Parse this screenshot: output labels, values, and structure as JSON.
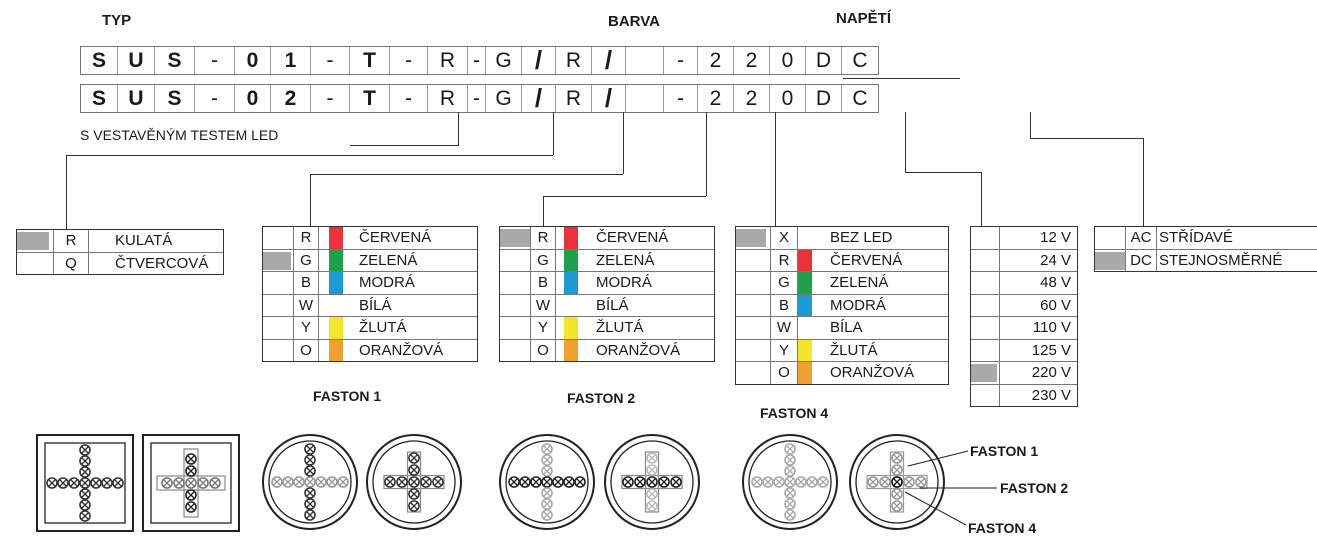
{
  "headers": {
    "typ": "TYP",
    "barva": "BARVA",
    "napeti": "NAPĚTÍ"
  },
  "code_rows": [
    [
      "S",
      "U",
      "S",
      "-",
      "0",
      "1",
      "-",
      "T",
      "-",
      "R",
      "-",
      "G",
      "/",
      "R",
      "/",
      "",
      "-",
      "2",
      "2",
      "0",
      "D",
      "C"
    ],
    [
      "S",
      "U",
      "S",
      "-",
      "0",
      "2",
      "-",
      "T",
      "-",
      "R",
      "-",
      "G",
      "/",
      "R",
      "/",
      "",
      "-",
      "2",
      "2",
      "0",
      "D",
      "C"
    ]
  ],
  "note_led": "S VESTAVĚNÝM TESTEM LED",
  "shape_table": {
    "rows": [
      {
        "code": "R",
        "name": "KULATÁ",
        "selected": true
      },
      {
        "code": "Q",
        "name": "ČTVERCOVÁ",
        "selected": false
      }
    ]
  },
  "faston1_table": {
    "rows": [
      {
        "code": "R",
        "name": "ČERVENÁ",
        "color": "#e8323c",
        "selected": false
      },
      {
        "code": "G",
        "name": "ZELENÁ",
        "color": "#1fa04a",
        "selected": true
      },
      {
        "code": "B",
        "name": "MODRÁ",
        "color": "#1e9bd7",
        "selected": false
      },
      {
        "code": "W",
        "name": "BÍLÁ",
        "color": "#ffffff",
        "selected": false
      },
      {
        "code": "Y",
        "name": "ŽLUTÁ",
        "color": "#f4e52a",
        "selected": false
      },
      {
        "code": "O",
        "name": "ORANŽOVÁ",
        "color": "#f0a030",
        "selected": false
      }
    ]
  },
  "faston2_table": {
    "rows": [
      {
        "code": "R",
        "name": "ČERVENÁ",
        "color": "#e8323c",
        "selected": true
      },
      {
        "code": "G",
        "name": "ZELENÁ",
        "color": "#1fa04a",
        "selected": false
      },
      {
        "code": "B",
        "name": "MODRÁ",
        "color": "#1e9bd7",
        "selected": false
      },
      {
        "code": "W",
        "name": "BÍLÁ",
        "color": "#ffffff",
        "selected": false
      },
      {
        "code": "Y",
        "name": "ŽLUTÁ",
        "color": "#f4e52a",
        "selected": false
      },
      {
        "code": "O",
        "name": "ORANŽOVÁ",
        "color": "#f0a030",
        "selected": false
      }
    ]
  },
  "faston4_table": {
    "rows": [
      {
        "code": "X",
        "name": "BEZ LED",
        "color": "#ffffff",
        "selected": true
      },
      {
        "code": "R",
        "name": "ČERVENÁ",
        "color": "#e8323c",
        "selected": false
      },
      {
        "code": "G",
        "name": "ZELENÁ",
        "color": "#1fa04a",
        "selected": false
      },
      {
        "code": "B",
        "name": "MODRÁ",
        "color": "#1e9bd7",
        "selected": false
      },
      {
        "code": "W",
        "name": "BÍLA",
        "color": "#ffffff",
        "selected": false
      },
      {
        "code": "Y",
        "name": "ŽLUTÁ",
        "color": "#f4e52a",
        "selected": false
      },
      {
        "code": "O",
        "name": "ORANŽOVÁ",
        "color": "#f0a030",
        "selected": false
      }
    ]
  },
  "voltage_table": {
    "rows": [
      {
        "name": "12 V",
        "selected": false
      },
      {
        "name": "24 V",
        "selected": false
      },
      {
        "name": "48 V",
        "selected": false
      },
      {
        "name": "60 V",
        "selected": false
      },
      {
        "name": "110 V",
        "selected": false
      },
      {
        "name": "125 V",
        "selected": false
      },
      {
        "name": "220 V",
        "selected": true
      },
      {
        "name": "230 V",
        "selected": false
      }
    ]
  },
  "current_table": {
    "rows": [
      {
        "code": "AC",
        "name": "STŘÍDAVÉ",
        "selected": false
      },
      {
        "code": "DC",
        "name": "STEJNOSMĚRNÉ",
        "selected": true
      }
    ]
  },
  "faston_labels": {
    "f1": "FASTON 1",
    "f2": "FASTON 2",
    "f4": "FASTON 4"
  },
  "callouts": {
    "f1": "FASTON 1",
    "f2": "FASTON 2",
    "f4": "FASTON 4"
  },
  "colors": {
    "selected_marker": "#a9a9a9",
    "line": "#333333"
  }
}
